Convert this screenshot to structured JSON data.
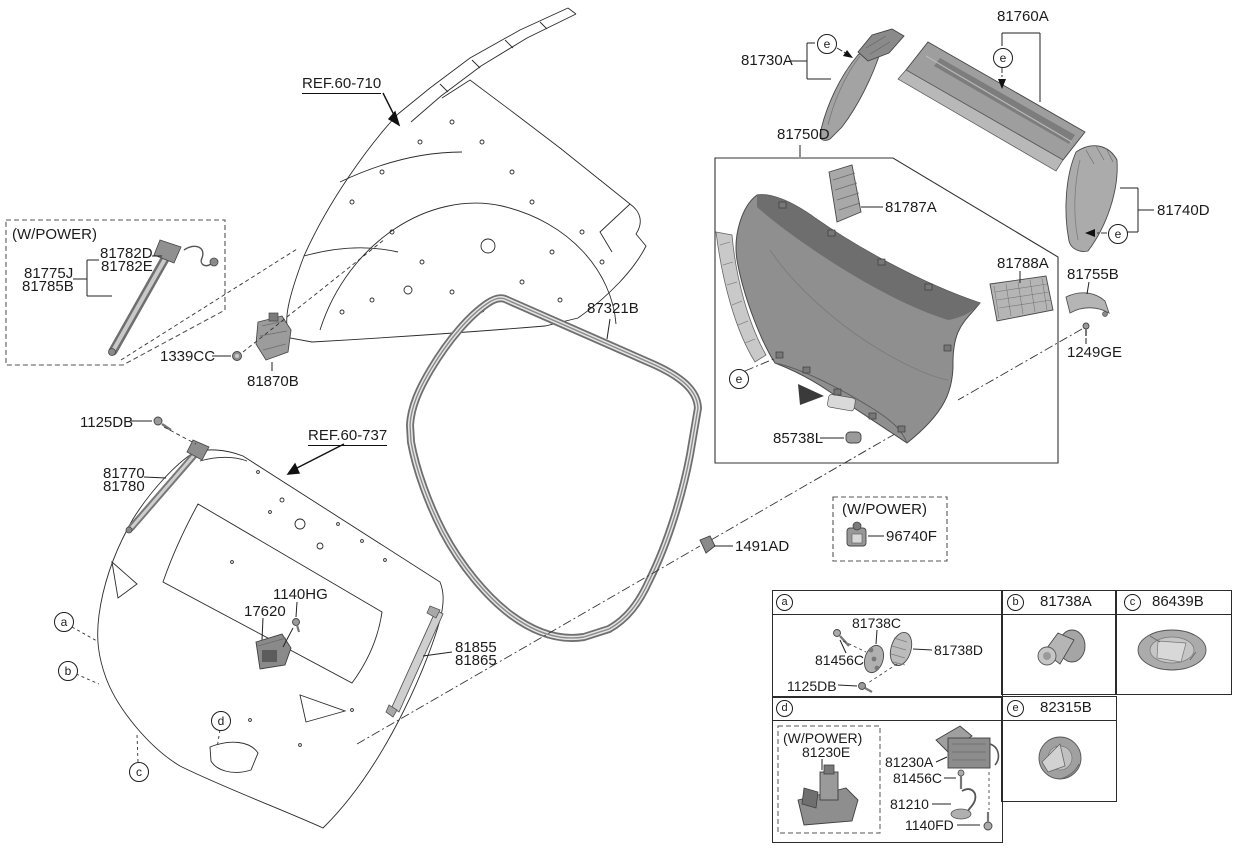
{
  "callouts": {
    "a": "a",
    "b": "b",
    "c": "c",
    "d": "d",
    "e": "e"
  },
  "labels": {
    "ref60710": "REF.60-710",
    "ref60737": "REF.60-737",
    "wpower": "(W/POWER)",
    "p81782D": "81782D",
    "p81782E": "81782E",
    "p81775J": "81775J",
    "p81785B": "81785B",
    "p1339CC": "1339CC",
    "p81870B": "81870B",
    "p1125DB": "1125DB",
    "p81770": "81770",
    "p81780": "81780",
    "p17620": "17620",
    "p1140HG": "1140HG",
    "p81855": "81855",
    "p81865": "81865",
    "p87321B": "87321B",
    "p1491AD": "1491AD",
    "p96740F": "96740F",
    "p81750D": "81750D",
    "p81787A": "81787A",
    "p81730A": "81730A",
    "p81760A": "81760A",
    "p81740D": "81740D",
    "p81788A": "81788A",
    "p81755B": "81755B",
    "p1249GE": "1249GE",
    "p85738L": "85738L"
  },
  "table": {
    "a": {
      "label": "a",
      "p81738C": "81738C",
      "p81456C": "81456C",
      "p81738D": "81738D",
      "p1125DB": "1125DB"
    },
    "b": {
      "label": "b",
      "part": "81738A"
    },
    "c": {
      "label": "c",
      "part": "86439B"
    },
    "d": {
      "label": "d",
      "wpower": "(W/POWER)",
      "p81230E": "81230E",
      "p81230A": "81230A",
      "p81456C": "81456C",
      "p81210": "81210",
      "p1140FD": "1140FD"
    },
    "e": {
      "label": "e",
      "part": "82315B"
    }
  },
  "colors": {
    "line": "#1c1c1e",
    "part_mid": "#9d9d9d",
    "part_dark": "#707070",
    "part_light": "#c9c9c9"
  }
}
